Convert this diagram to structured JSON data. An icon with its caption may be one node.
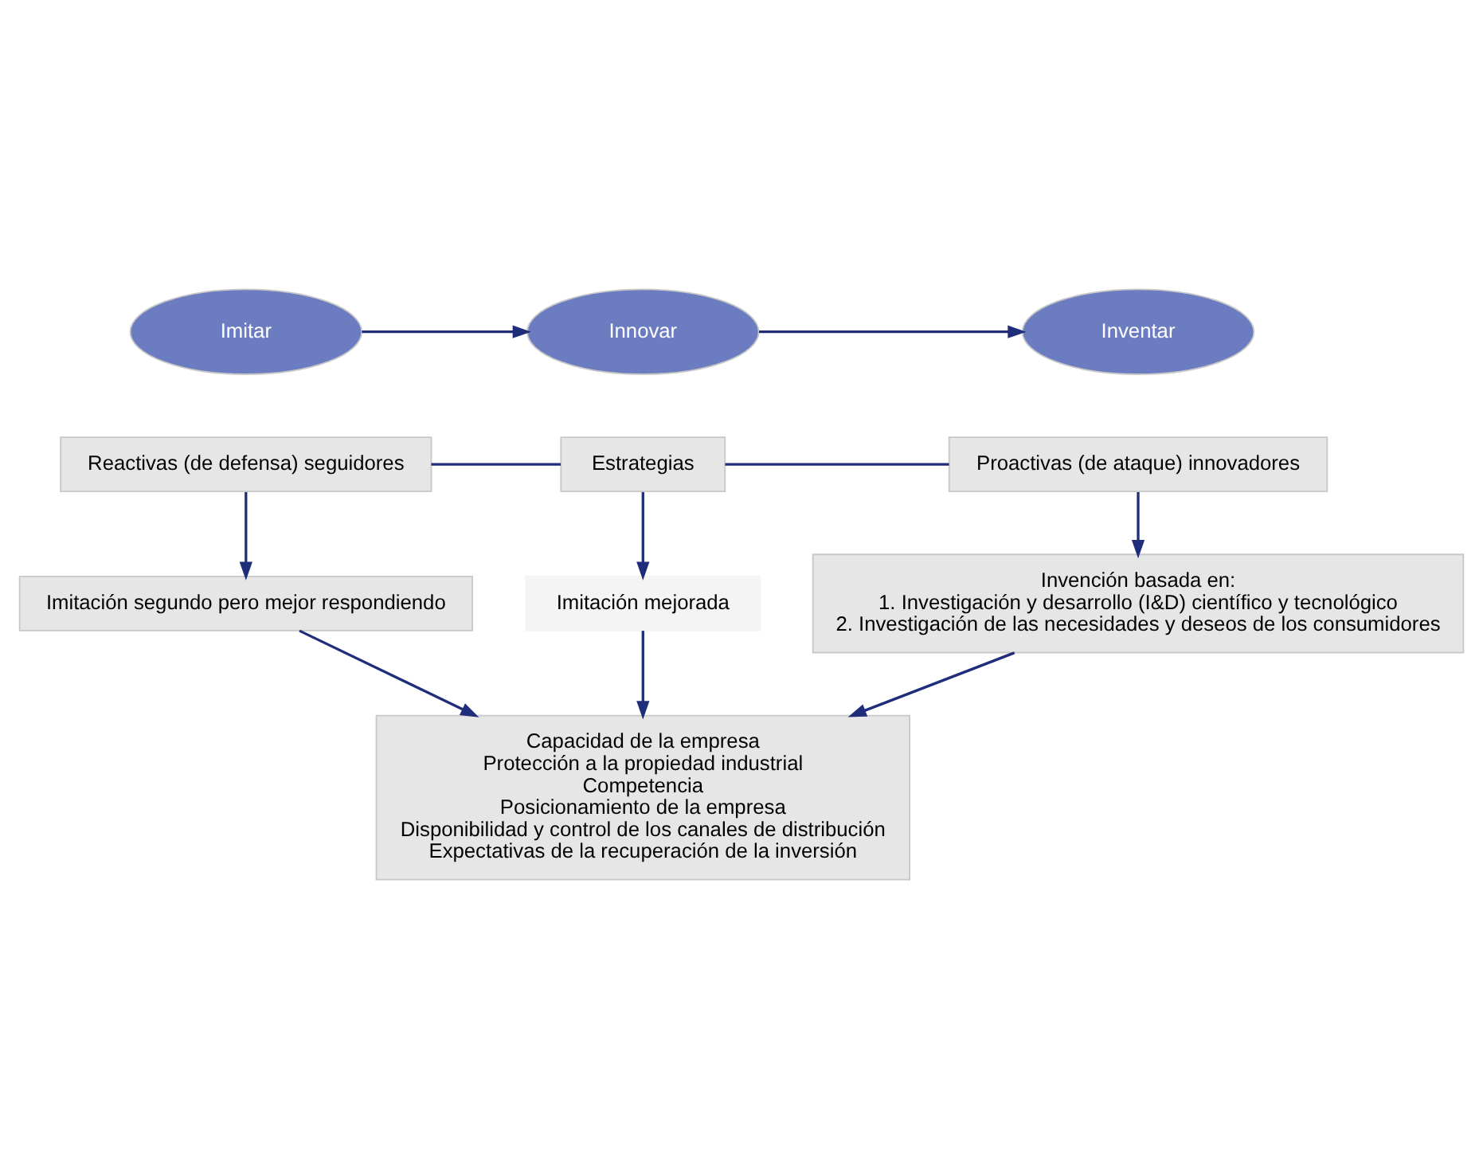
{
  "diagram": {
    "nodes": [
      {
        "text": [
          "Imitar"
        ]
      },
      {
        "text": [
          "Innovar"
        ]
      },
      {
        "text": [
          "Inventar"
        ]
      },
      {
        "text": [
          "Reactivas (de defensa) seguidores"
        ]
      },
      {
        "text": [
          "Estrategias"
        ]
      },
      {
        "text": [
          "Proactivas (de ataque) innovadores"
        ]
      },
      {
        "text": [
          "Imitación segundo pero mejor respondiendo"
        ]
      },
      {
        "text": [
          "Imitación mejorada"
        ]
      },
      {
        "text": [
          "Invención basada en:",
          "1. Investigación y desarrollo (I&D) científico y tecnológico",
          "2. Investigación de las necesidades y deseos de los consumidores"
        ]
      },
      {
        "text": [
          "Capacidad de la empresa",
          "Protección a la propiedad industrial",
          "Competencia",
          "Posicionamiento de la empresa",
          "Disponibilidad y control de los canales de distribución",
          "Expectativas de la recuperación de la inversión"
        ]
      }
    ],
    "edges": [
      {
        "from": 0,
        "to": 1,
        "arrow": "to"
      },
      {
        "from": 1,
        "to": 2,
        "arrow": "to"
      },
      {
        "from": 4,
        "to": 3,
        "arrow": "none"
      },
      {
        "from": 4,
        "to": 5,
        "arrow": "none"
      },
      {
        "from": 3,
        "to": 6,
        "arrow": "to"
      },
      {
        "from": 4,
        "to": 7,
        "arrow": "to"
      },
      {
        "from": 5,
        "to": 8,
        "arrow": "to"
      },
      {
        "from": 6,
        "to": 9,
        "arrow": "to"
      },
      {
        "from": 7,
        "to": 9,
        "arrow": "to"
      },
      {
        "from": 8,
        "to": 9,
        "arrow": "to"
      }
    ]
  }
}
